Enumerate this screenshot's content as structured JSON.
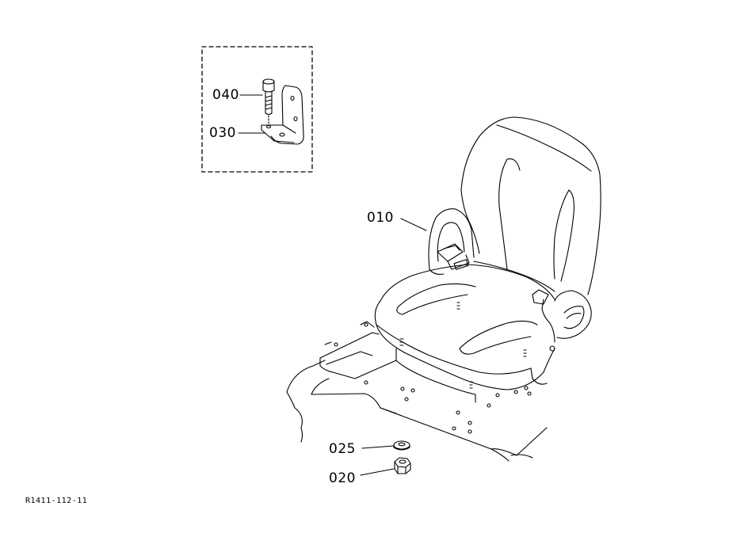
{
  "diagram": {
    "callouts": {
      "seat": "010",
      "nut": "020",
      "washer": "025",
      "bracket": "030",
      "bolt": "040"
    },
    "document_code": "R1411-112-11"
  },
  "colors": {
    "ink": "#000000",
    "paper": "#ffffff"
  }
}
